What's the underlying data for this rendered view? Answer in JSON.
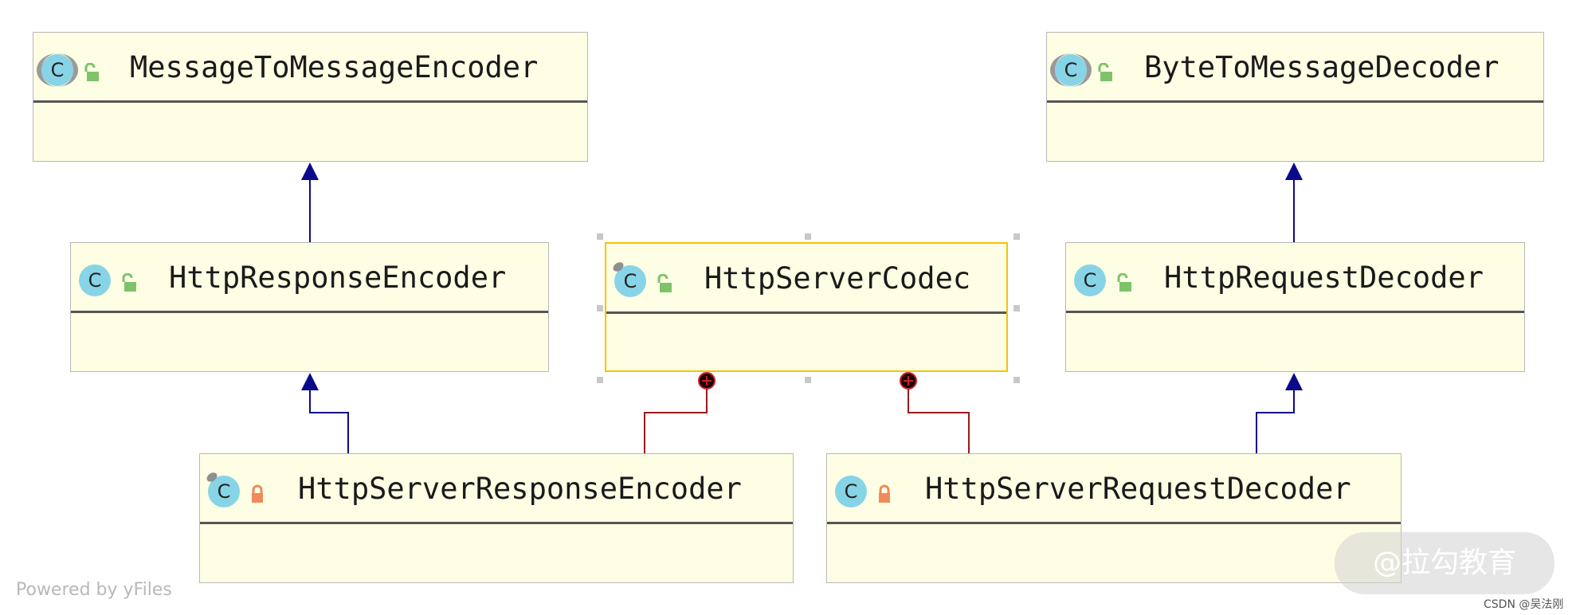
{
  "diagram": {
    "classes": {
      "mtme": {
        "name": "MessageToMessageEncoder",
        "kind": "abstract",
        "visibility": "public"
      },
      "btmd": {
        "name": "ByteToMessageDecoder",
        "kind": "abstract",
        "visibility": "public"
      },
      "hre": {
        "name": "HttpResponseEncoder",
        "kind": "class",
        "visibility": "public"
      },
      "hsc": {
        "name": "HttpServerCodec",
        "kind": "final",
        "visibility": "public"
      },
      "hrd": {
        "name": "HttpRequestDecoder",
        "kind": "class",
        "visibility": "public"
      },
      "hsre": {
        "name": "HttpServerResponseEncoder",
        "kind": "final",
        "visibility": "private"
      },
      "hsrd": {
        "name": "HttpServerRequestDecoder",
        "kind": "class",
        "visibility": "private"
      }
    },
    "icon_letter": "C",
    "relations": [
      {
        "from": "hre",
        "to": "mtme",
        "type": "extends"
      },
      {
        "from": "hrd",
        "to": "btmd",
        "type": "extends"
      },
      {
        "from": "hsre",
        "to": "hre",
        "type": "extends"
      },
      {
        "from": "hsrd",
        "to": "hrd",
        "type": "extends"
      },
      {
        "from": "hsre",
        "to": "hsc",
        "type": "inner-class-of"
      },
      {
        "from": "hsrd",
        "to": "hsc",
        "type": "inner-class-of"
      }
    ],
    "selected": "hsc"
  },
  "colors": {
    "node_fill": "#fefee4",
    "extends_edge": "#0a0a8a",
    "inner_edge": "#9b1a1a",
    "selected_border": "#f5c400",
    "public_lock": "#7ec36a",
    "private_lock": "#f08a5a"
  },
  "footer": {
    "powered_by": "Powered by yFiles",
    "watermark": "@拉勾教育",
    "credit": "CSDN @吴法刚"
  }
}
